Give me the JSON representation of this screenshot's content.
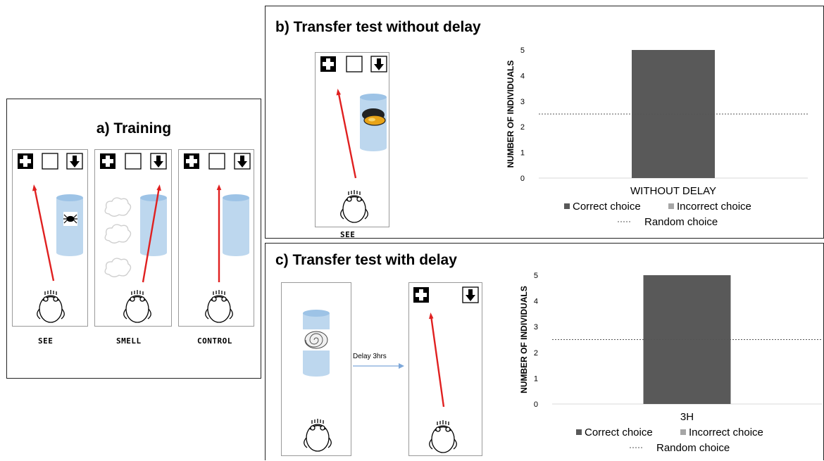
{
  "panel_a": {
    "title": "a) Training",
    "conditions": [
      "SEE",
      "SMELL",
      "CONTROL"
    ]
  },
  "panel_b": {
    "title": "b) Transfer test without delay",
    "condition": "SEE"
  },
  "panel_c": {
    "title": "c) Transfer test with delay",
    "delay_label": "Delay 3hrs"
  },
  "colors": {
    "correct": "#595959",
    "incorrect": "#a6a6a6",
    "arrow": "#e02020",
    "cylinder": "#bdd7ee"
  },
  "icons": [
    "plus-icon",
    "empty-square-icon",
    "down-arrow-icon",
    "crab-icon",
    "mussel-icon",
    "snail-shell-icon",
    "cuttlefish-icon",
    "smell-cloud-icon"
  ],
  "chart_data": [
    {
      "type": "bar",
      "categories": [
        "WITHOUT DELAY"
      ],
      "series": [
        {
          "name": "Correct choice",
          "values": [
            5
          ]
        },
        {
          "name": "Incorrect choice",
          "values": [
            0
          ]
        }
      ],
      "reference_line": {
        "name": "Random choice",
        "value": 2.5
      },
      "ylabel": "NUMBER OF INDIVIDUALS",
      "yticks": [
        "0",
        "1",
        "2",
        "3",
        "4",
        "5"
      ],
      "ylim": [
        0,
        5
      ],
      "grid": false,
      "legend_position": "bottom"
    },
    {
      "type": "bar",
      "categories": [
        "3H"
      ],
      "series": [
        {
          "name": "Correct choice",
          "values": [
            5
          ]
        },
        {
          "name": "Incorrect choice",
          "values": [
            0
          ]
        }
      ],
      "reference_line": {
        "name": "Random choice",
        "value": 2.5
      },
      "ylabel": "NUMBER OF INDIVIDUALS",
      "yticks": [
        "0",
        "1",
        "2",
        "3",
        "4",
        "5"
      ],
      "ylim": [
        0,
        5
      ],
      "grid": false,
      "legend_position": "bottom"
    }
  ]
}
